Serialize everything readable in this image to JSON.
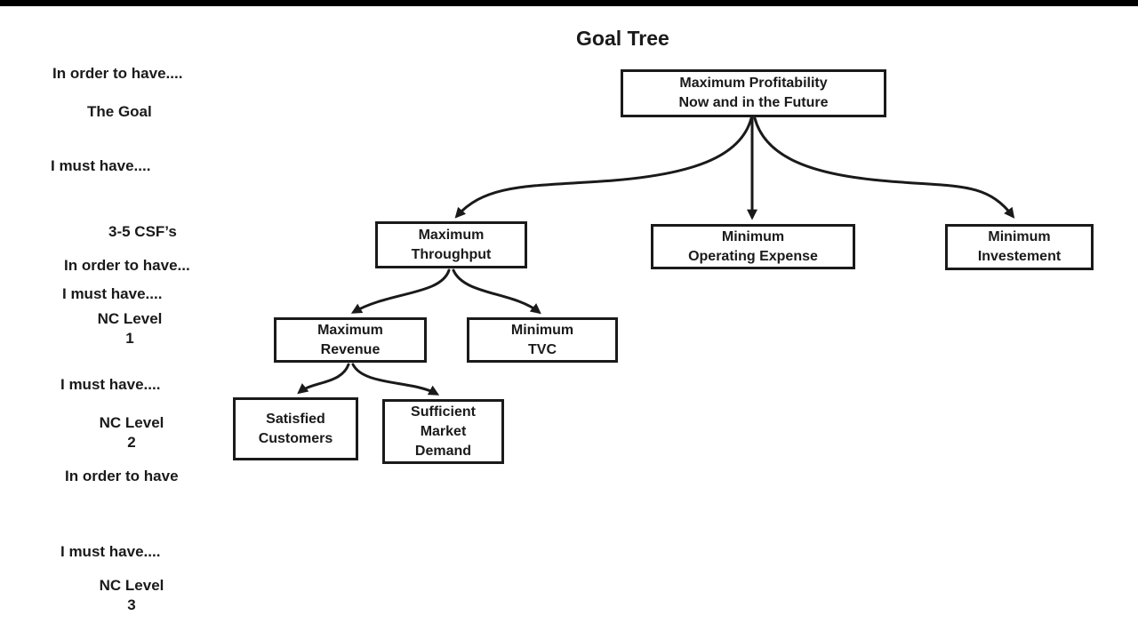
{
  "diagram": {
    "title": "Goal Tree",
    "type": "tree",
    "colors": {
      "line": "#1a1a1a",
      "text": "#1a1a1a",
      "background": "#ffffff",
      "top_bar": "#000000"
    },
    "nodes": {
      "goal": "Maximum Profitability\nNow and in the Future",
      "throughput": "Maximum\nThroughput",
      "operating_expense": "Minimum\nOperating Expense",
      "investment": "Minimum\nInvestement",
      "revenue": "Maximum\nRevenue",
      "tvc": "Minimum\nTVC",
      "satisfied_customers": "Satisfied\nCustomers",
      "market_demand": "Sufficient\nMarket\nDemand"
    },
    "edges": [
      {
        "from": "goal",
        "to": "throughput"
      },
      {
        "from": "goal",
        "to": "operating_expense"
      },
      {
        "from": "goal",
        "to": "investment"
      },
      {
        "from": "throughput",
        "to": "revenue"
      },
      {
        "from": "throughput",
        "to": "tvc"
      },
      {
        "from": "revenue",
        "to": "satisfied_customers"
      },
      {
        "from": "revenue",
        "to": "market_demand"
      }
    ],
    "side_labels": {
      "in_order_1": "In order to have....",
      "the_goal": "The Goal",
      "i_must_1": "I must have....",
      "csf": "3-5 CSF’s",
      "in_order_2": "In order to have...",
      "i_must_2": "I must have....",
      "nc_level_1": "NC Level\n1",
      "i_must_3": "I must have....",
      "nc_level_2": "NC Level\n2",
      "in_order_3": "In order to have",
      "i_must_4": "I must have....",
      "nc_level_3": "NC Level\n3"
    }
  }
}
